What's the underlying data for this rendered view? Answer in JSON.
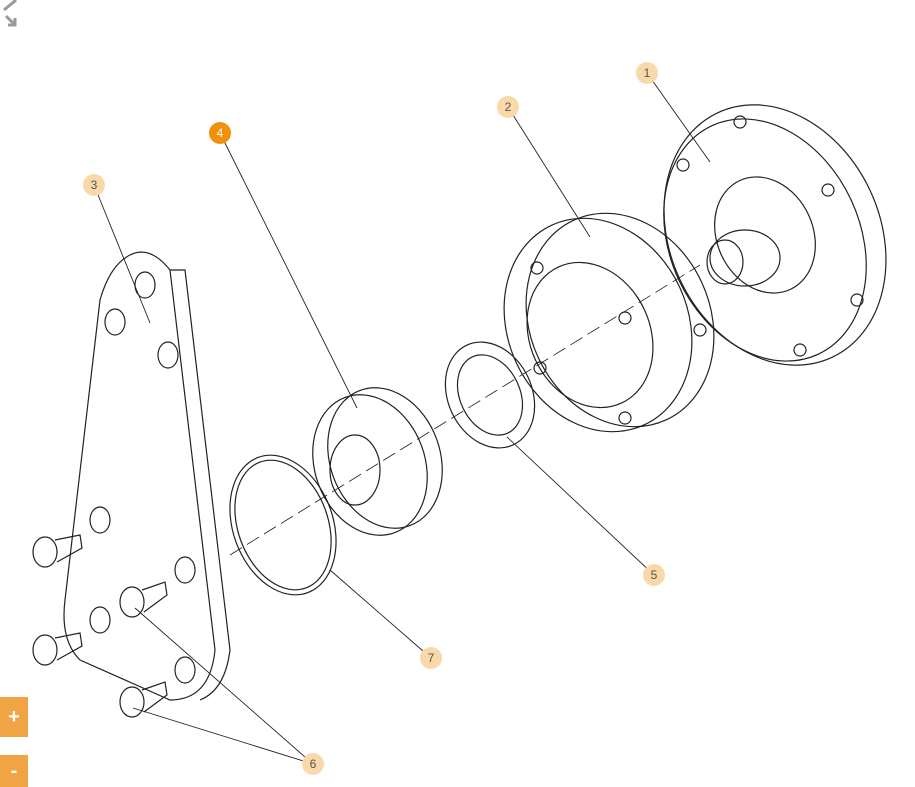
{
  "controls": {
    "zoom_in": "+",
    "zoom_out": "-",
    "fullscreen_icon": "expand-icon"
  },
  "colors": {
    "callout": "#f9d9a9",
    "callout_active": "#f0900c",
    "button": "#f0a443"
  },
  "callouts": [
    {
      "label": "1",
      "active": false
    },
    {
      "label": "2",
      "active": false
    },
    {
      "label": "3",
      "active": false
    },
    {
      "label": "4",
      "active": true
    },
    {
      "label": "5",
      "active": false
    },
    {
      "label": "6",
      "active": false
    },
    {
      "label": "7",
      "active": false
    }
  ]
}
